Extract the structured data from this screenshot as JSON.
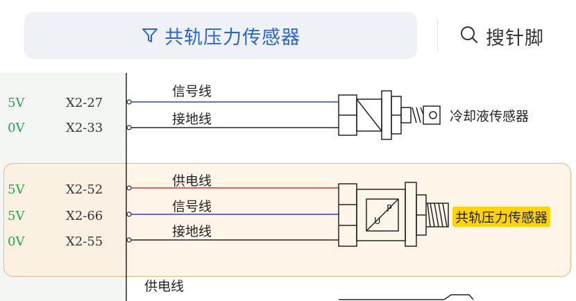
{
  "header": {
    "filter_label": "共轨压力传感器",
    "search_label": "搜针脚",
    "accent_color": "#2a62d8",
    "icons": [
      "filter-icon",
      "search-icon"
    ]
  },
  "pins": [
    {
      "voltage": "5V",
      "code": "X2-27"
    },
    {
      "voltage": "0V",
      "code": "X2-33"
    },
    {
      "voltage": "5V",
      "code": "X2-52"
    },
    {
      "voltage": "5V",
      "code": "X2-66"
    },
    {
      "voltage": "0V",
      "code": "X2-55"
    }
  ],
  "wires": {
    "signal": "信号线",
    "ground": "接地线",
    "power": "供电线",
    "signal2": "信号线",
    "ground2": "接地线",
    "power_bottom": "供电线"
  },
  "sensors": {
    "coolant": "冷却液传感器",
    "rail_pressure": "共轨压力传感器",
    "symbol_p": "P",
    "symbol_u": "U"
  }
}
